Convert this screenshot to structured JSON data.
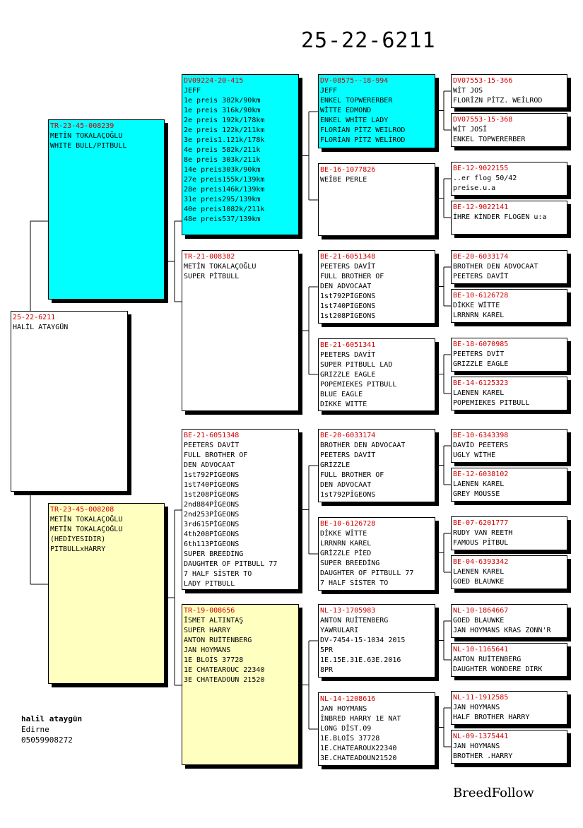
{
  "title": "25-22-6211",
  "boxes": [
    {
      "id": "b0",
      "color": "white",
      "lines": [
        "25-22-6211",
        "HALİL ATAYGÜN"
      ]
    },
    {
      "id": "b1",
      "color": "cyan",
      "lines": [
        "TR-23-45-008239",
        "METİN TOKALAÇOĞLU",
        "WHITE BULL/PITBULL"
      ]
    },
    {
      "id": "b2",
      "color": "yellow",
      "lines": [
        "TR-23-45-008208",
        "METİN TOKALAÇOĞLU",
        "METİN TOKALAÇOĞLU",
        "(HEDİYESIDIR)",
        "PITBULLxHARRY"
      ]
    },
    {
      "id": "b3",
      "color": "cyan",
      "lines": [
        "DV09224-20-415",
        "JEFF",
        "1e preis 382k/90km",
        "1e preis 316k/90km",
        "2e preis 192k/178km",
        "2e preis 122k/211km",
        "3e preis1.121k/178k",
        "4e preis 582k/211k",
        "8e preis 303k/211k",
        "14e preis303k/90km",
        "27e preis155k/139km",
        "28e preis146k/139km",
        "31e preis295/139km",
        "40e preis1082k/211k",
        "48e preis537/139km"
      ]
    },
    {
      "id": "b4",
      "color": "white",
      "lines": [
        "TR-21-008382",
        "METİN TOKALAÇOĞLU",
        "SUPER PİTBULL"
      ]
    },
    {
      "id": "b5",
      "color": "white",
      "lines": [
        "BE-21-6051348",
        "PEETERS DAVİT",
        "FULL BROTHER OF",
        "DEN ADVOCAAT",
        "1st792PİGEONS",
        "1st740PİGEONS",
        "1st208PİGEONS",
        "2nd884PİGEONS",
        "2nd253PİGEONS",
        "3rd615PİGEONS",
        "4th208PİGEONS",
        "6th113PİGEONS",
        "SUPER BREEDİNG",
        "DAUGHTER OF PITBULL 77",
        "7 HALF SİSTER TO",
        "LADY PITBULL"
      ]
    },
    {
      "id": "b6",
      "color": "yellow",
      "lines": [
        "TR-19-008656",
        "İSMET ALTINTAŞ",
        "SUPER HARRY",
        "ANTON RUİTENBERG",
        "JAN HOYMANS",
        "1E BLOİS 37728",
        "1E CHATEAROUC 22340",
        "3E CHATEADOUN 21520"
      ]
    },
    {
      "id": "b7",
      "color": "cyan",
      "lines": [
        "DV-08575--18-994",
        "JEFF",
        "ENKEL TOPWERERBER",
        "WİTTE EDMOND",
        "ENKEL WHİTE LADY",
        "FLORİAN PİTZ WEILROD",
        "FLORİAN PİTZ WELİROD"
      ]
    },
    {
      "id": "b8",
      "color": "white",
      "lines": [
        "BE-16-1077826",
        "WEİBE PERLE"
      ]
    },
    {
      "id": "b9",
      "color": "white",
      "lines": [
        "BE-21-6051348",
        "PEETERS DAVİT",
        "FULL BROTHER OF",
        "DEN ADVOCAAT",
        "1st792PİGEONS",
        "1st740PİGEONS",
        "1st208PİGEONS"
      ]
    },
    {
      "id": "b10",
      "color": "white",
      "lines": [
        "BE-21-6051341",
        "PEETERS DAVİT",
        "SUPER PITBULL LAD",
        "GRIZZLE EAGLE",
        "POPEMIEKES PITBULL",
        "BLUE EAGLE",
        "DIKKE WITTE"
      ]
    },
    {
      "id": "b11",
      "color": "white",
      "lines": [
        "BE-20-6033174",
        "BROTHER DEN ADVOCAAT",
        "PEETERS DAVİT",
        "GRİZZLE",
        "FULL BROTHER OF",
        "DEN ADVOCAAT",
        "1st792PİGEONS"
      ]
    },
    {
      "id": "b12",
      "color": "white",
      "lines": [
        "BE-10-6126728",
        "DİKKE WİTTE",
        "LRRNRN KAREL",
        "GRİZZLE PİED",
        "SUPER BREEDİNG",
        "DAUGHTER OF PITBULL 77",
        "7 HALF SİSTER TO"
      ]
    },
    {
      "id": "b13",
      "color": "white",
      "lines": [
        "NL-13-1705983",
        "ANTON RUİTENBERG",
        "YAWRULARI",
        "DV-7454-15-1034 2015",
        "5PR",
        "1E.15E.31E.63E.2016",
        "8PR"
      ]
    },
    {
      "id": "b14",
      "color": "white",
      "lines": [
        "NL-14-1208616",
        "JAN HOYMANS",
        "İNBRED HARRY 1E NAT",
        "LONG DİST.09",
        "1E.BLOİS 37728",
        "1E.CHATEAROUX22340",
        "3E.CHATEADOUN21520"
      ]
    },
    {
      "id": "b15",
      "color": "white",
      "lines": [
        "DV07553-15-366",
        "WİT JOS",
        "FLORİZN PİTZ. WEİLROD"
      ]
    },
    {
      "id": "b16",
      "color": "white",
      "lines": [
        "DV07553-15-368",
        "WİT JOSİ",
        "ENKEL TOPWERERBER"
      ]
    },
    {
      "id": "b17",
      "color": "white",
      "lines": [
        "BE-12-9022155",
        "..er flog 50/42",
        "preise.u.a"
      ]
    },
    {
      "id": "b18",
      "color": "white",
      "lines": [
        "BE-12-9022141",
        "İHRE KİNDER FLOGEN u:a"
      ]
    },
    {
      "id": "b19",
      "color": "white",
      "lines": [
        "BE-20-6033174",
        "BROTHER DEN ADVOCAAT",
        "PEETERS DAVİT"
      ]
    },
    {
      "id": "b20",
      "color": "white",
      "lines": [
        "BE-10-6126728",
        "DİKKE WİTTE",
        "LRRNRN KAREL"
      ]
    },
    {
      "id": "b21",
      "color": "white",
      "lines": [
        "BE-18-6070985",
        "PEETERS DVİT",
        "GRIZZLE EAGLE"
      ]
    },
    {
      "id": "b22",
      "color": "white",
      "lines": [
        "BE-14-6125323",
        "LAENEN KAREL",
        "POPEMIEKES PITBULL"
      ]
    },
    {
      "id": "b23",
      "color": "white",
      "lines": [
        "BE-10-6343398",
        "DAVİD PEETERS",
        "UGLY WİTHE"
      ]
    },
    {
      "id": "b24",
      "color": "white",
      "lines": [
        "BE-12-6038102",
        "LAENEN KAREL",
        "GREY MOUSSE"
      ]
    },
    {
      "id": "b25",
      "color": "white",
      "lines": [
        "BE-07-6201777",
        "RUDY VAN REETH",
        "FAMOUS PİTBUL"
      ]
    },
    {
      "id": "b26",
      "color": "white",
      "lines": [
        "BE-04-6393342",
        "LAENEN KAREL",
        "GOED BLAUWKE"
      ]
    },
    {
      "id": "b27",
      "color": "white",
      "lines": [
        "NL-10-1864667",
        "GOED BLAUWKE",
        "JAN HOYMANS KRAS ZONN'R"
      ]
    },
    {
      "id": "b28",
      "color": "white",
      "lines": [
        "NL-10-1165641",
        "ANTON RUİTENBERG",
        "DAUGHTER WONDERE DIRK"
      ]
    },
    {
      "id": "b29",
      "color": "white",
      "lines": [
        "NL-11-1912585",
        "JAN HOYMANS",
        "HALF BROTHER HARRY"
      ]
    },
    {
      "id": "b30",
      "color": "white",
      "lines": [
        "NL-09-1375441",
        "JAN HOYMANS",
        "BROTHER .HARRY"
      ]
    }
  ],
  "footer": {
    "name": "halil ataygün",
    "city": "Edirne",
    "phone": "05059908272"
  },
  "brand": "BreedFollow",
  "colors": {
    "cyan": "#00ffff",
    "yellow": "#ffffc0",
    "ring": "#d00000"
  }
}
